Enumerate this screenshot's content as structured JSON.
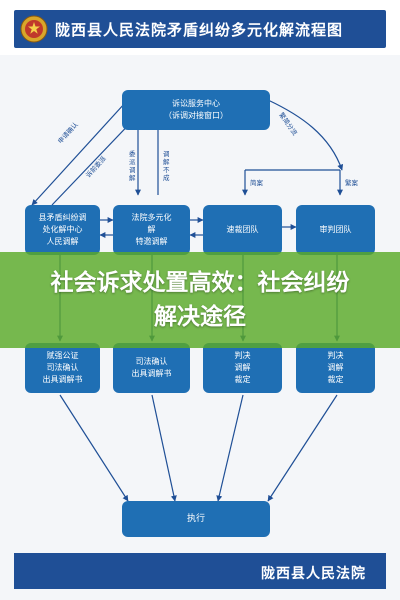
{
  "header": {
    "title": "陇西县人民法院矛盾纠纷多元化解流程图"
  },
  "boxes": {
    "service_center": [
      "诉讼服务中心",
      "（诉调对接窗口）"
    ],
    "county_center": [
      "县矛盾纠纷调",
      "处化解中心",
      "人民调解"
    ],
    "court_center": [
      "法院多元化",
      "解",
      "特邀调解"
    ],
    "filing_team": [
      "速裁团队"
    ],
    "trial_team": [
      "审判团队"
    ],
    "notary": [
      "赋强公证",
      "司法确认",
      "出具调解书"
    ],
    "judicial_confirm": [
      "司法确认",
      "出具调解书"
    ],
    "judgment_left": [
      "判决",
      "调解",
      "裁定"
    ],
    "judgment_right": [
      "判决",
      "调解",
      "裁定"
    ],
    "execute": [
      "执行"
    ]
  },
  "labels": {
    "apply_confirm": "申请确认",
    "pre_divert": "诉前委派",
    "delegate_mediation": "委派调解",
    "mediation_failed": "调解不成",
    "guide_register": "繁简分流",
    "simple": "简案",
    "complex": "繁案"
  },
  "banner": {
    "text": "社会诉求处置高效：社会纠纷解决途径"
  },
  "footer": {
    "text": "陇西县人民法院"
  },
  "colors": {
    "header": "#1f4f96",
    "box": "#1f6fb4",
    "banner": "#5aaa28",
    "arrow": "#1f4f96"
  }
}
